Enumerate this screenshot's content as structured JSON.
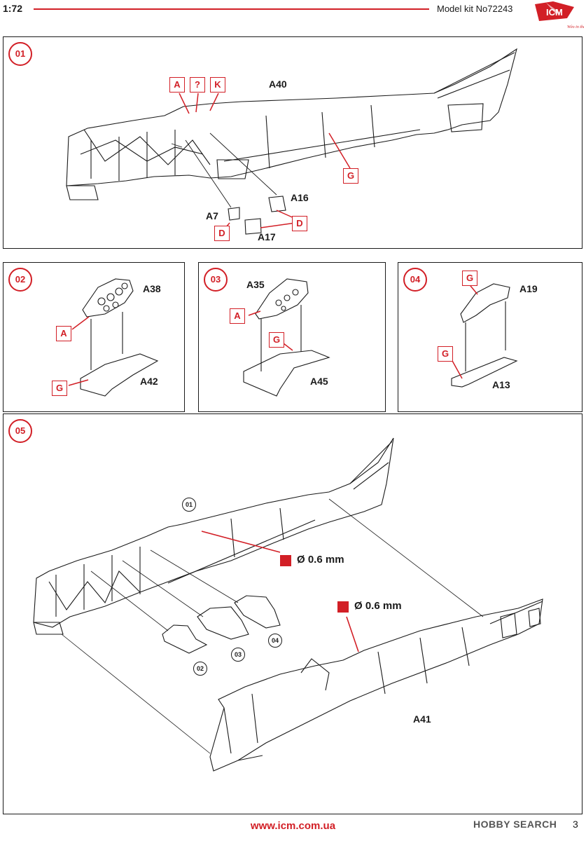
{
  "header": {
    "scale": "1:72",
    "kit": "Model kit No72243",
    "brand": "ICM",
    "tagline": "Wèo in the Sert"
  },
  "steps": {
    "s1": {
      "number": "01",
      "parts": {
        "fuselage": "A40",
        "block1": "A16",
        "block2": "A7",
        "block3": "A17"
      },
      "tags": [
        "A",
        "?",
        "K",
        "G",
        "D",
        "D"
      ]
    },
    "s2": {
      "number": "02",
      "parts": {
        "panel": "A38",
        "mount": "A42"
      },
      "tags": [
        "A",
        "G"
      ]
    },
    "s3": {
      "number": "03",
      "parts": {
        "panel": "A35",
        "mount": "A45"
      },
      "tags": [
        "A",
        "G"
      ]
    },
    "s4": {
      "number": "04",
      "parts": {
        "panel": "A19",
        "mount": "A13"
      },
      "tags": [
        "G",
        "G"
      ]
    },
    "s5": {
      "number": "05",
      "parts": {
        "fuselage": "A41"
      },
      "refs": [
        "01",
        "02",
        "03",
        "04"
      ],
      "drills": [
        "Ø 0.6 mm",
        "Ø 0.6 mm"
      ]
    }
  },
  "footer": {
    "url": "www.icm.com.ua",
    "watermark": "HOBBY SEARCH",
    "page": "3"
  },
  "colors": {
    "accent": "#d21f26",
    "line": "#1a1a1a"
  }
}
